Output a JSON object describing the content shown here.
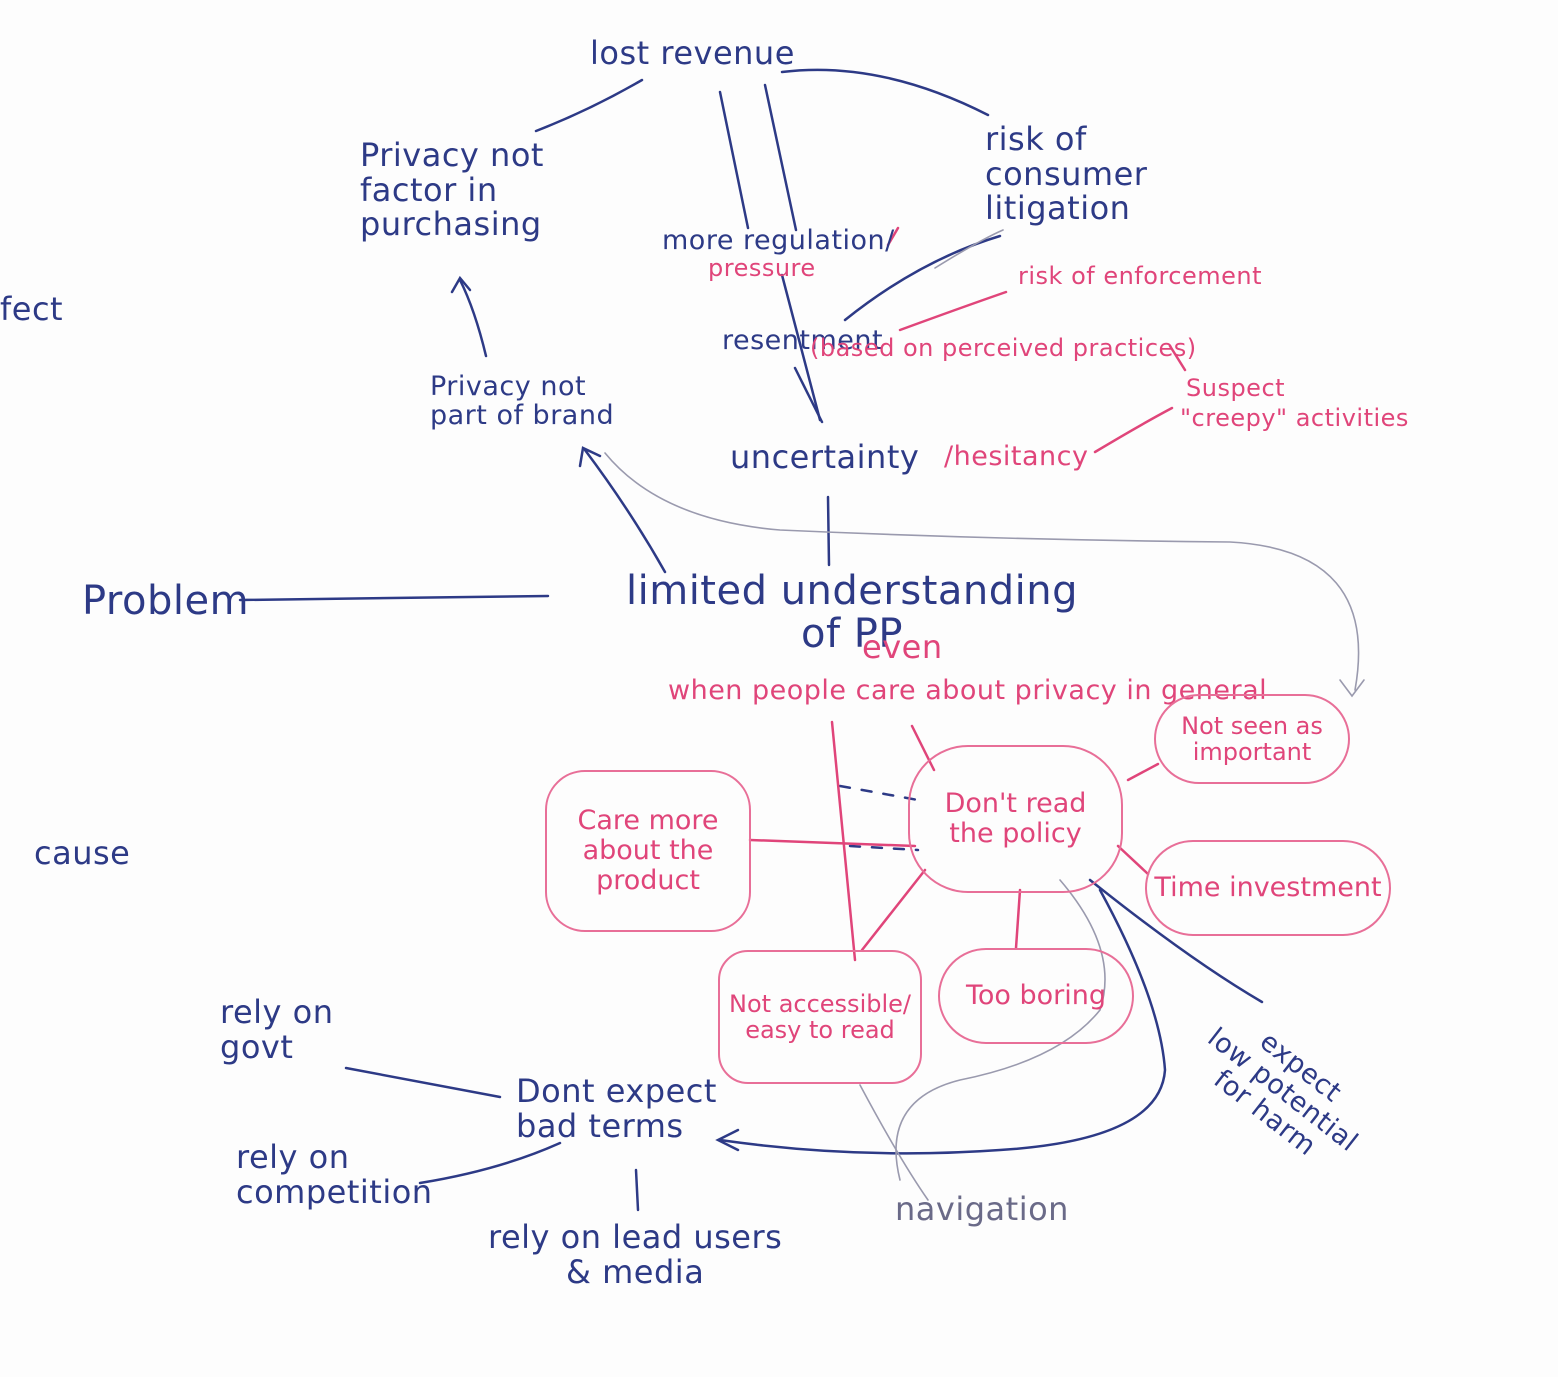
{
  "colors": {
    "marker_blue": "#2d3a86",
    "marker_pink": "#e0457a",
    "bubble_outline": "#e86f98",
    "grey_line": "#9a9aae"
  },
  "labels": {
    "effect_edge": "fect",
    "problem": "Problem",
    "cause": "cause",
    "lost_revenue": "lost revenue",
    "privacy_not_factor": "Privacy not\nfactor in\npurchasing",
    "privacy_not_brand": "Privacy not\npart of brand",
    "risk_litigation": "risk of\nconsumer\nlitigation",
    "more_regulation": "more regulation/",
    "pressure": "pressure",
    "risk_enforcement": "risk of enforcement",
    "resentment": "resentment",
    "perceived_practices": "(based on perceived practices)",
    "suspect": "Suspect",
    "creepy": "\"creepy\" activities",
    "uncertainty": "uncertainty",
    "hesitancy": "/hesitancy",
    "limited_understanding": "limited understanding\nof PP",
    "even": "even",
    "when_people_care": "when people care about privacy in general",
    "expect_low": "expect\nlow potential\nfor harm",
    "rely_govt": "rely on\ngovt",
    "dont_expect": "Dont expect\nbad terms",
    "rely_competition": "rely on\ncompetition",
    "rely_lead_users": "rely on lead users\n& media",
    "navigation": "navigation"
  },
  "bubbles": {
    "dont_read": "Don't read\nthe policy",
    "not_seen_important": "Not seen as\nimportant",
    "care_more": "Care more\nabout the\nproduct",
    "time_investment": "Time investment",
    "not_accessible": "Not accessible/\neasy to read",
    "too_boring": "Too boring"
  }
}
